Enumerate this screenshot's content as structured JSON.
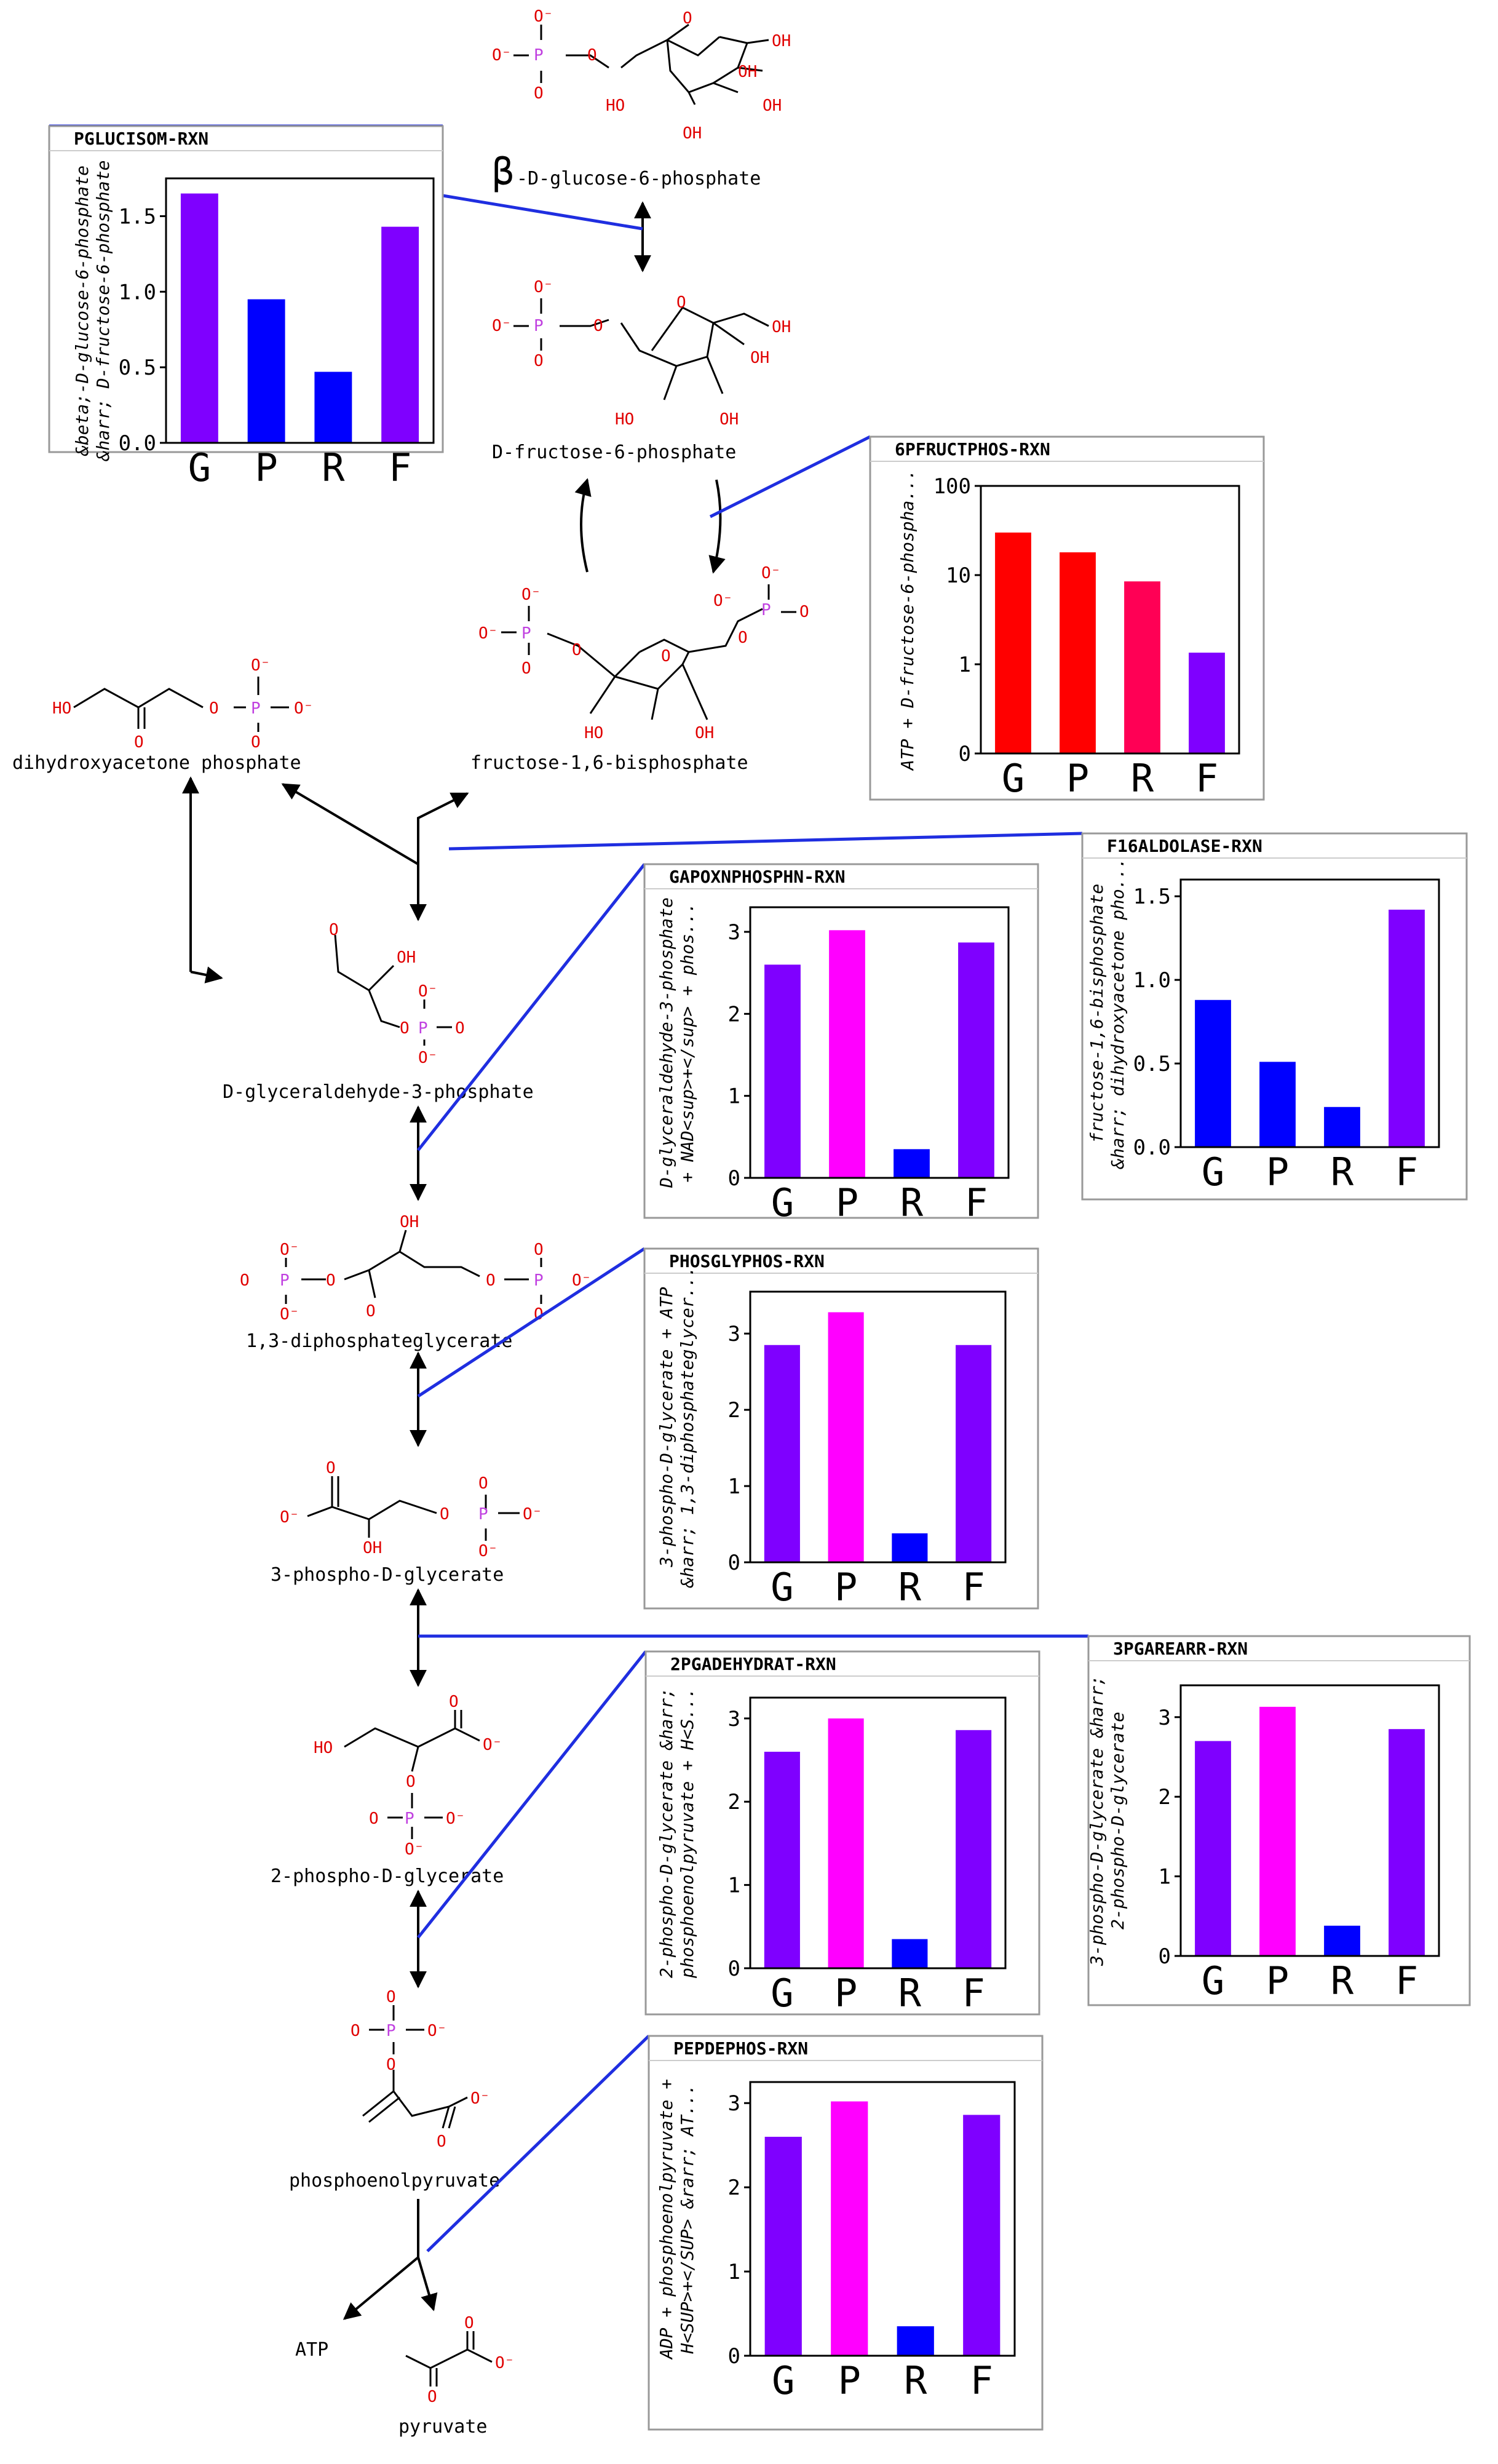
{
  "metabolites": {
    "g6p": "-D-glucose-6-phosphate",
    "g6p_prefix": "β",
    "f6p": "D-fructose-6-phosphate",
    "f16bp": "fructose-1,6-bisphosphate",
    "dhap": "dihydroxyacetone phosphate",
    "gap": "D-glyceraldehyde-3-phosphate",
    "bpg": "1,3-diphosphateglycerate",
    "pg3": "3-phospho-D-glycerate",
    "pg2": "2-phospho-D-glycerate",
    "pep": "phosphoenolpyruvate",
    "atp": "ATP",
    "pyr": "pyruvate"
  },
  "atoms": {
    "o": "O",
    "o_minus": "O⁻",
    "p": "P",
    "oh": "OH",
    "ho": "HO"
  },
  "colors": {
    "link": "#1f2ee0",
    "oxygen": "#e00000",
    "phosphorus": "#c040e0",
    "bond": "#000000",
    "purple": "#7f00ff",
    "magenta": "#ff00ff",
    "blue": "#0000ff",
    "red": "#ff0000",
    "rose": "#ff0055"
  },
  "chart_data": [
    {
      "type": "bar",
      "title": "PGLUCISOM-RXN",
      "ylabel": "&beta;-D-glucose-6-phosphate &harr; D-fructose-6-phosphate",
      "ylabel_lines": [
        "&beta;-D-glucose-6-phosphate",
        "&harr; D-fructose-6-phosphate"
      ],
      "categories": [
        "G",
        "P",
        "R",
        "F"
      ],
      "values": [
        1.65,
        0.95,
        0.47,
        1.43
      ],
      "colors": [
        "#7f00ff",
        "#0000ff",
        "#0000ff",
        "#7f00ff"
      ],
      "ylim": [
        0,
        1.75
      ],
      "yticks": [
        0,
        0.5,
        1,
        1.5
      ],
      "ytick_labels": [
        "0.0",
        "0.5",
        "1.0",
        "1.5"
      ],
      "log_scale": false
    },
    {
      "type": "bar",
      "title": "6PFRUCTPHOS-RXN",
      "ylabel": "ATP + D-fructose-6-phospha...",
      "ylabel_lines": [
        "ATP + D-fructose-6-phospha..."
      ],
      "categories": [
        "G",
        "P",
        "R",
        "F"
      ],
      "values": [
        30,
        18,
        8.5,
        1.35
      ],
      "colors": [
        "#ff0000",
        "#ff0000",
        "#ff0055",
        "#7f00ff"
      ],
      "ylim": [
        0.1,
        100
      ],
      "yticks": [
        0.1,
        1,
        10,
        100
      ],
      "ytick_labels": [
        "0",
        "1",
        "10",
        "100"
      ],
      "log_scale": true
    },
    {
      "type": "bar",
      "title": "F16ALDOLASE-RXN",
      "ylabel": "fructose-1,6-bisphosphate &harr; dihydroxyacetone pho...",
      "ylabel_lines": [
        "fructose-1,6-bisphosphate",
        "&harr; dihydroxyacetone pho..."
      ],
      "categories": [
        "G",
        "P",
        "R",
        "F"
      ],
      "values": [
        0.88,
        0.51,
        0.24,
        1.42
      ],
      "colors": [
        "#0000ff",
        "#0000ff",
        "#0000ff",
        "#7f00ff"
      ],
      "ylim": [
        0,
        1.6
      ],
      "yticks": [
        0,
        0.5,
        1,
        1.5
      ],
      "ytick_labels": [
        "0.0",
        "0.5",
        "1.0",
        "1.5"
      ],
      "log_scale": false
    },
    {
      "type": "bar",
      "title": "GAPOXNPHOSPHN-RXN",
      "ylabel": "D-glyceraldehyde-3-phosphate + NAD<sup>+</sup> + phos...",
      "ylabel_lines": [
        "D-glyceraldehyde-3-phosphate",
        "+ NAD<sup>+</sup> + phos..."
      ],
      "categories": [
        "G",
        "P",
        "R",
        "F"
      ],
      "values": [
        2.6,
        3.02,
        0.35,
        2.87
      ],
      "colors": [
        "#7f00ff",
        "#ff00ff",
        "#0000ff",
        "#7f00ff"
      ],
      "ylim": [
        0,
        3.3
      ],
      "yticks": [
        0,
        1,
        2,
        3
      ],
      "ytick_labels": [
        "0",
        "1",
        "2",
        "3"
      ],
      "log_scale": false
    },
    {
      "type": "bar",
      "title": "PHOSGLYPHOS-RXN",
      "ylabel": "3-phospho-D-glycerate + ATP &harr; 1,3-diphosphateglycer...",
      "ylabel_lines": [
        "3-phospho-D-glycerate + ATP",
        "&harr; 1,3-diphosphateglycer..."
      ],
      "categories": [
        "G",
        "P",
        "R",
        "F"
      ],
      "values": [
        2.85,
        3.28,
        0.38,
        2.85
      ],
      "colors": [
        "#7f00ff",
        "#ff00ff",
        "#0000ff",
        "#7f00ff"
      ],
      "ylim": [
        0,
        3.55
      ],
      "yticks": [
        0,
        1,
        2,
        3
      ],
      "ytick_labels": [
        "0",
        "1",
        "2",
        "3"
      ],
      "log_scale": false
    },
    {
      "type": "bar",
      "title": "2PGADEHYDRAT-RXN",
      "ylabel": "2-phospho-D-glycerate &harr; phosphoenolpyruvate + H<S...",
      "ylabel_lines": [
        "2-phospho-D-glycerate &harr;",
        "phosphoenolpyruvate + H<S..."
      ],
      "categories": [
        "G",
        "P",
        "R",
        "F"
      ],
      "values": [
        2.6,
        3.0,
        0.35,
        2.86
      ],
      "colors": [
        "#7f00ff",
        "#ff00ff",
        "#0000ff",
        "#7f00ff"
      ],
      "ylim": [
        0,
        3.25
      ],
      "yticks": [
        0,
        1,
        2,
        3
      ],
      "ytick_labels": [
        "0",
        "1",
        "2",
        "3"
      ],
      "log_scale": false
    },
    {
      "type": "bar",
      "title": "3PGAREARR-RXN",
      "ylabel": "3-phospho-D-glycerate &harr; 2-phospho-D-glycerate",
      "ylabel_lines": [
        "3-phospho-D-glycerate &harr;",
        "2-phospho-D-glycerate"
      ],
      "categories": [
        "G",
        "P",
        "R",
        "F"
      ],
      "values": [
        2.7,
        3.13,
        0.38,
        2.85
      ],
      "colors": [
        "#7f00ff",
        "#ff00ff",
        "#0000ff",
        "#7f00ff"
      ],
      "ylim": [
        0,
        3.4
      ],
      "yticks": [
        0,
        1,
        2,
        3
      ],
      "ytick_labels": [
        "0",
        "1",
        "2",
        "3"
      ],
      "log_scale": false
    },
    {
      "type": "bar",
      "title": "PEPDEPHOS-RXN",
      "ylabel": "ADP + phosphoenolpyruvate + H<SUP>+</SUP> &rarr; AT...",
      "ylabel_lines": [
        "ADP + phosphoenolpyruvate +",
        "H<SUP>+</SUP> &rarr; AT..."
      ],
      "categories": [
        "G",
        "P",
        "R",
        "F"
      ],
      "values": [
        2.6,
        3.02,
        0.35,
        2.86
      ],
      "colors": [
        "#7f00ff",
        "#ff00ff",
        "#0000ff",
        "#7f00ff"
      ],
      "ylim": [
        0,
        3.25
      ],
      "yticks": [
        0,
        1,
        2,
        3
      ],
      "ytick_labels": [
        "0",
        "1",
        "2",
        "3"
      ],
      "log_scale": false
    }
  ]
}
